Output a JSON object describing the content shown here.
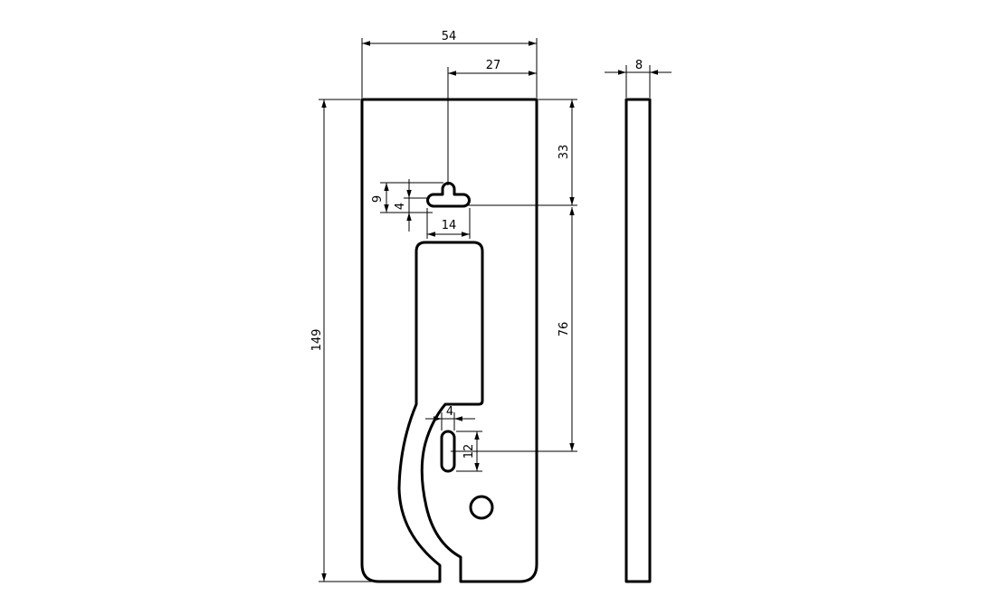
{
  "colors": {
    "line": "#000000",
    "background": "#ffffff"
  },
  "dimensions": {
    "overall_width": "54",
    "half_width": "27",
    "thickness": "8",
    "overall_height": "149",
    "top_to_keyhole": "33",
    "keyhole_to_slot": "76",
    "keyhole_total_height": "9",
    "keyhole_slot_height": "4",
    "keyhole_width": "14",
    "slot_width": "4",
    "slot_height": "12"
  }
}
